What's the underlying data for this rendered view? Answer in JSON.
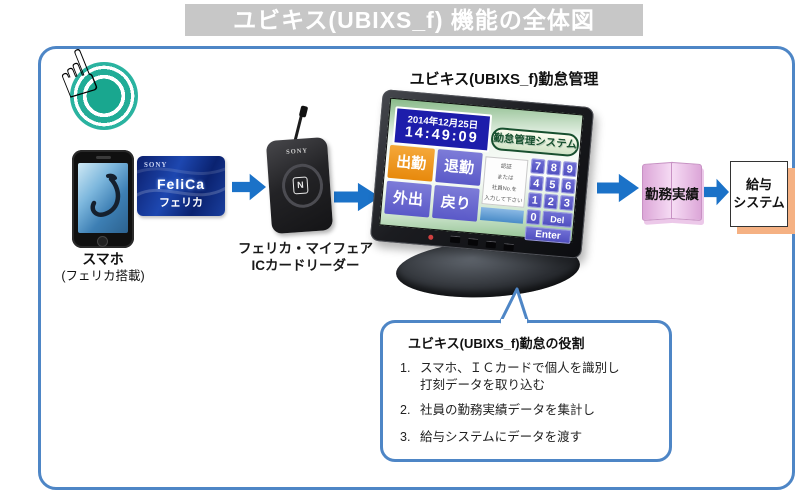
{
  "title": "ユビキス(UBIXS_f) 機能の全体図",
  "colors": {
    "title_bg": "#c7c7c7",
    "frame_border": "#4e86c6",
    "arrow_blue": "#1b72c8",
    "hand_teal": "#2ab3a0",
    "felica_card_navy": "#0b1e6b",
    "kiosk_datetime_bg": "#1d1dab",
    "kiosk_button_orange": "#e7890c",
    "kiosk_button_purple": "#5a59c8",
    "system_pill_green": "#17502f",
    "work_record_pink": "#f0cdee",
    "payroll_shadow_orange": "#f5b183"
  },
  "icons": {
    "hand_glyph": "☝"
  },
  "flow": {
    "phone": {
      "label_line1": "スマホ",
      "label_line2": "(フェリカ搭載)"
    },
    "felica_card": {
      "brand": "SONY",
      "name": "FeliCa",
      "name_jp": "フェリカ"
    },
    "reader": {
      "brand": "SONY",
      "nfc_mark": "N",
      "label_line1": "フェリカ・マイフェア",
      "label_line2": "ICカードリーダー"
    },
    "kiosk": {
      "heading": "ユビキス(UBIXS_f)勤怠管理",
      "screen": {
        "date": "2014年12月25日",
        "time": "14:49:09",
        "system_title": "勤怠管理システム",
        "buttons": [
          "出勤",
          "退勤",
          "外出",
          "戻り"
        ],
        "message_lines": [
          "認証",
          "または",
          "社員No.を",
          "入力して下さい"
        ],
        "keypad": [
          "7",
          "8",
          "9",
          "4",
          "5",
          "6",
          "1",
          "2",
          "3",
          "0",
          "Del",
          "Enter"
        ]
      }
    },
    "work_record": {
      "label": "勤務実績"
    },
    "payroll": {
      "label_line1": "給与",
      "label_line2": "システム"
    }
  },
  "callout": {
    "title": "ユビキス(UBIXS_f)勤怠の役割",
    "items": [
      {
        "num": "1.",
        "lines": [
          "スマホ、ＩＣカードで個人を識別し",
          "打刻データを取り込む"
        ]
      },
      {
        "num": "2.",
        "lines": [
          "社員の勤務実績データを集計し"
        ]
      },
      {
        "num": "3.",
        "lines": [
          "給与システムにデータを渡す"
        ]
      }
    ]
  }
}
